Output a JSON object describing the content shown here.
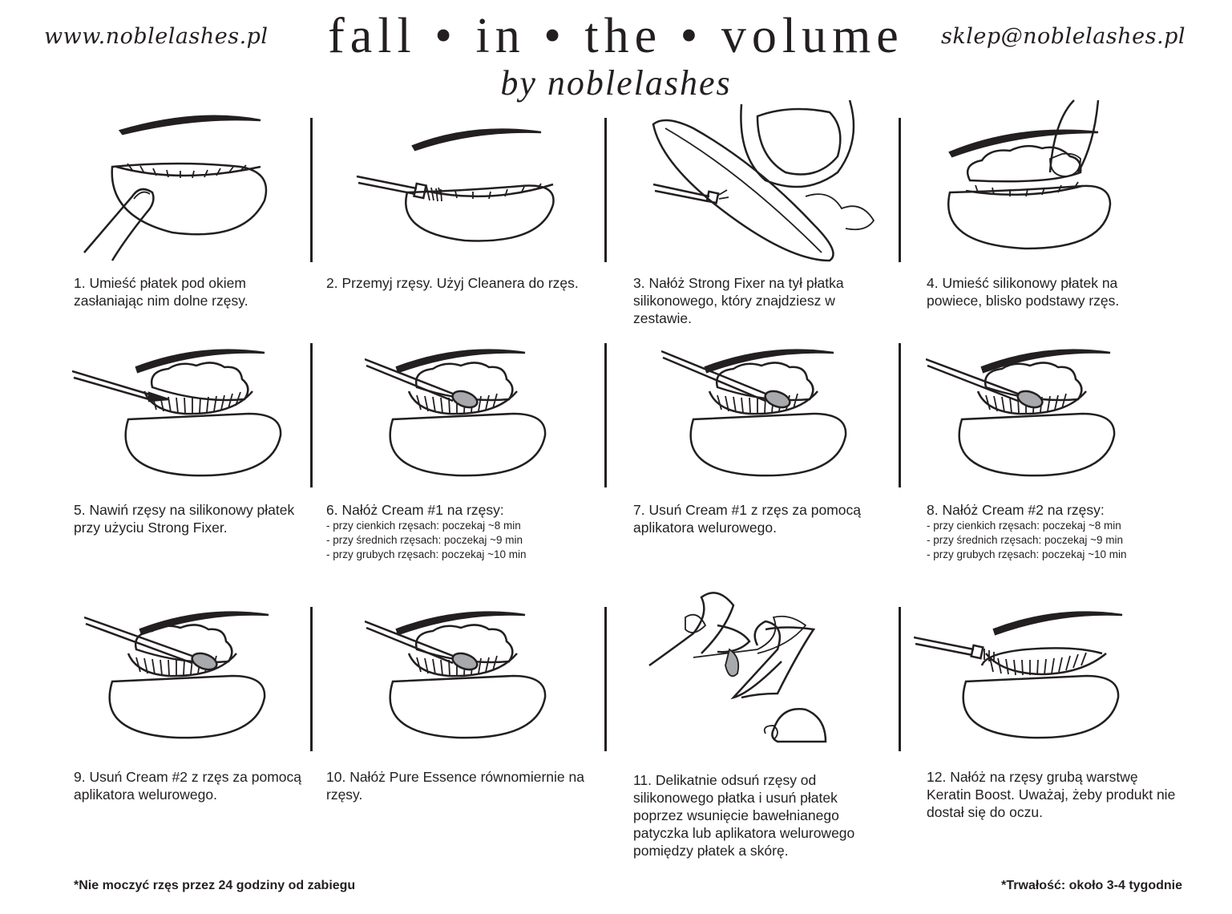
{
  "header": {
    "website": "www.noblelashes.pl",
    "title": "fall • in • the • volume",
    "subtitle": "by noblelashes",
    "email": "sklep@noblelashes.pl"
  },
  "steps": [
    {
      "text": "1. Umieść płatek pod okiem zasłaniając nim dolne rzęsy.",
      "icon": "under-eye-patch-icon"
    },
    {
      "text": "2. Przemyj rzęsy. Użyj Cleanera do rzęs.",
      "icon": "cleaning-brush-icon"
    },
    {
      "text": "3. Nałóż Strong Fixer na tył płatka silikonowego, który znajdziesz w zestawie.",
      "icon": "silicone-pad-glue-icon"
    },
    {
      "text": "4. Umieść silikonowy płatek na powiece, blisko podstawy rzęs.",
      "icon": "place-silicone-pad-icon"
    },
    {
      "text": "5. Nawiń rzęsy na silikonowy płatek przy użyciu Strong Fixer.",
      "icon": "lash-wrap-icon"
    },
    {
      "text": "6. Nałóż Cream #1 na rzęsy:",
      "subs": [
        "- przy cienkich rzęsach: poczekaj ~8 min",
        "- przy średnich rzęsach: poczekaj ~9 min",
        "- przy grubych rzęsach: poczekaj ~10 min"
      ],
      "icon": "apply-cream-icon"
    },
    {
      "text": "7. Usuń Cream #1 z rzęs za pomocą aplikatora welurowego.",
      "icon": "remove-cream-icon"
    },
    {
      "text": "8. Nałóż Cream #2 na rzęsy:",
      "subs": [
        "- przy cienkich rzęsach: poczekaj ~8 min",
        "- przy średnich rzęsach: poczekaj ~9 min",
        "- przy grubych rzęsach: poczekaj ~10 min"
      ],
      "icon": "apply-cream-icon"
    },
    {
      "text": "9. Usuń Cream #2 z rzęs za pomocą aplikatora welurowego.",
      "icon": "remove-cream-icon"
    },
    {
      "text": "10. Nałóż Pure Essence równomiernie na rzęsy.",
      "icon": "apply-essence-icon"
    },
    {
      "text": "11. Delikatnie odsuń rzęsy od silikonowego płatka i usuń płatek poprzez wsunięcie bawełnianego patyczka lub aplikatora welurowego pomiędzy płatek a skórę.",
      "icon": "remove-pad-icon"
    },
    {
      "text": "12. Nałóż na rzęsy grubą warstwę Keratin Boost. Uważaj, żeby produkt nie dostał się do oczu.",
      "icon": "keratin-brush-icon"
    }
  ],
  "footer": {
    "left_note": "*Nie moczyć rzęs przez 24 godziny od zabiegu",
    "right_note": "*Trwałość: około 3-4 tygodnie"
  }
}
